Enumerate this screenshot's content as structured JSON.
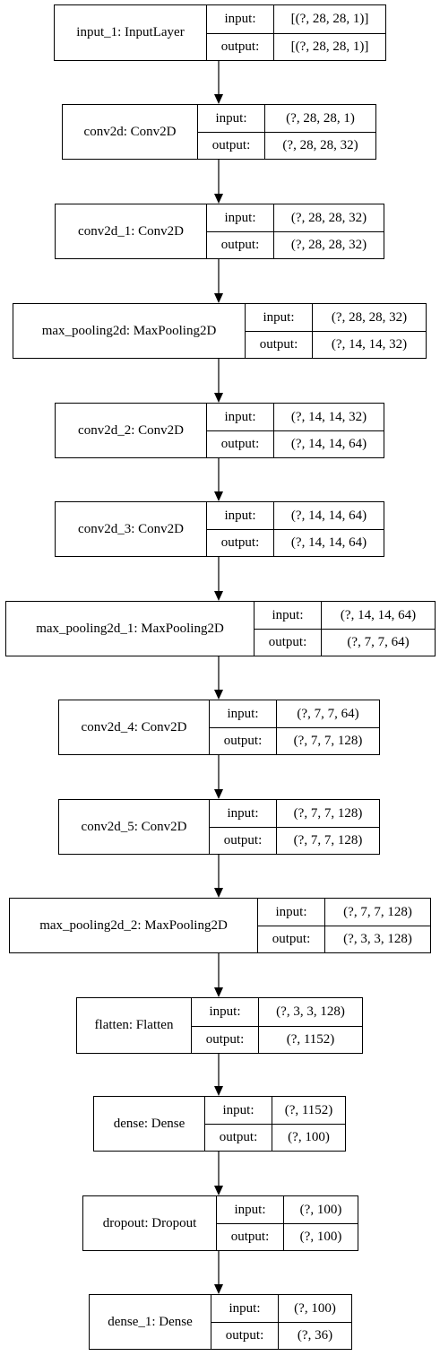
{
  "labels": {
    "input": "input:",
    "output": "output:"
  },
  "layers": [
    {
      "name": "input_1: InputLayer",
      "input": "[(?, 28, 28, 1)]",
      "output": "[(?, 28, 28, 1)]"
    },
    {
      "name": "conv2d: Conv2D",
      "input": "(?, 28, 28, 1)",
      "output": "(?, 28, 28, 32)"
    },
    {
      "name": "conv2d_1: Conv2D",
      "input": "(?, 28, 28, 32)",
      "output": "(?, 28, 28, 32)"
    },
    {
      "name": "max_pooling2d: MaxPooling2D",
      "input": "(?, 28, 28, 32)",
      "output": "(?, 14, 14, 32)"
    },
    {
      "name": "conv2d_2: Conv2D",
      "input": "(?, 14, 14, 32)",
      "output": "(?, 14, 14, 64)"
    },
    {
      "name": "conv2d_3: Conv2D",
      "input": "(?, 14, 14, 64)",
      "output": "(?, 14, 14, 64)"
    },
    {
      "name": "max_pooling2d_1: MaxPooling2D",
      "input": "(?, 14, 14, 64)",
      "output": "(?, 7, 7, 64)"
    },
    {
      "name": "conv2d_4: Conv2D",
      "input": "(?, 7, 7, 64)",
      "output": "(?, 7, 7, 128)"
    },
    {
      "name": "conv2d_5: Conv2D",
      "input": "(?, 7, 7, 128)",
      "output": "(?, 7, 7, 128)"
    },
    {
      "name": "max_pooling2d_2: MaxPooling2D",
      "input": "(?, 7, 7, 128)",
      "output": "(?, 3, 3, 128)"
    },
    {
      "name": "flatten: Flatten",
      "input": "(?, 3, 3, 128)",
      "output": "(?, 1152)"
    },
    {
      "name": "dense: Dense",
      "input": "(?, 1152)",
      "output": "(?, 100)"
    },
    {
      "name": "dropout: Dropout",
      "input": "(?, 100)",
      "output": "(?, 100)"
    },
    {
      "name": "dense_1: Dense",
      "input": "(?, 100)",
      "output": "(?, 36)"
    }
  ]
}
